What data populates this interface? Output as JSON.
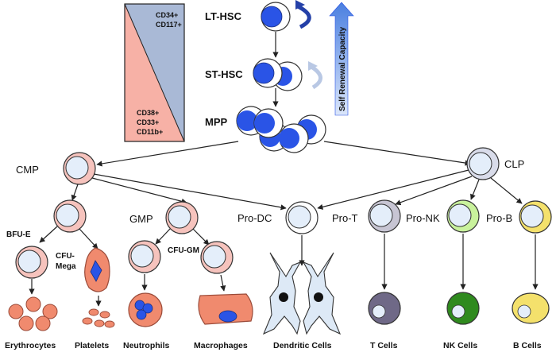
{
  "stem_cells": {
    "lt_hsc": "LT-HSC",
    "st_hsc": "ST-HSC",
    "mpp": "MPP",
    "self_renewal": "Self Renewal Capacity"
  },
  "markers": {
    "upper": [
      "CD34+",
      "CD117+"
    ],
    "lower": [
      "CD38+",
      "CD33+",
      "CD11b+"
    ]
  },
  "progenitors": {
    "cmp": "CMP",
    "clp": "CLP",
    "bfu_e": "BFU-E",
    "cfu_mega": [
      "CFU-",
      "Mega"
    ],
    "gmp": "GMP",
    "cfu_gm": "CFU-GM",
    "pro_dc": "Pro-DC",
    "pro_t": "Pro-T",
    "pro_nk": "Pro-NK",
    "pro_b": "Pro-B"
  },
  "mature": {
    "erythrocytes": "Erythrocytes",
    "platelets": "Platelets",
    "neutrophils": "Neutrophils",
    "macrophages": "Macrophages",
    "dendritic": "Dendritic Cells",
    "t_cells": "T Cells",
    "nk_cells": "NK Cells",
    "b_cells": "B Cells"
  },
  "colors": {
    "stem_nucleus": "#2a54e6",
    "marker_blue": "#a9b9d6",
    "marker_pink": "#f7b1a6",
    "myeloid_rim": "#f6c3bd",
    "nucleus_pale": "#e4eefa",
    "mature_fill": "#f08a6e",
    "t_cell": "#6f6987",
    "nk_cell": "#2f8a1e",
    "b_cell": "#f4e16c",
    "dendritic": "#dde9f6"
  }
}
